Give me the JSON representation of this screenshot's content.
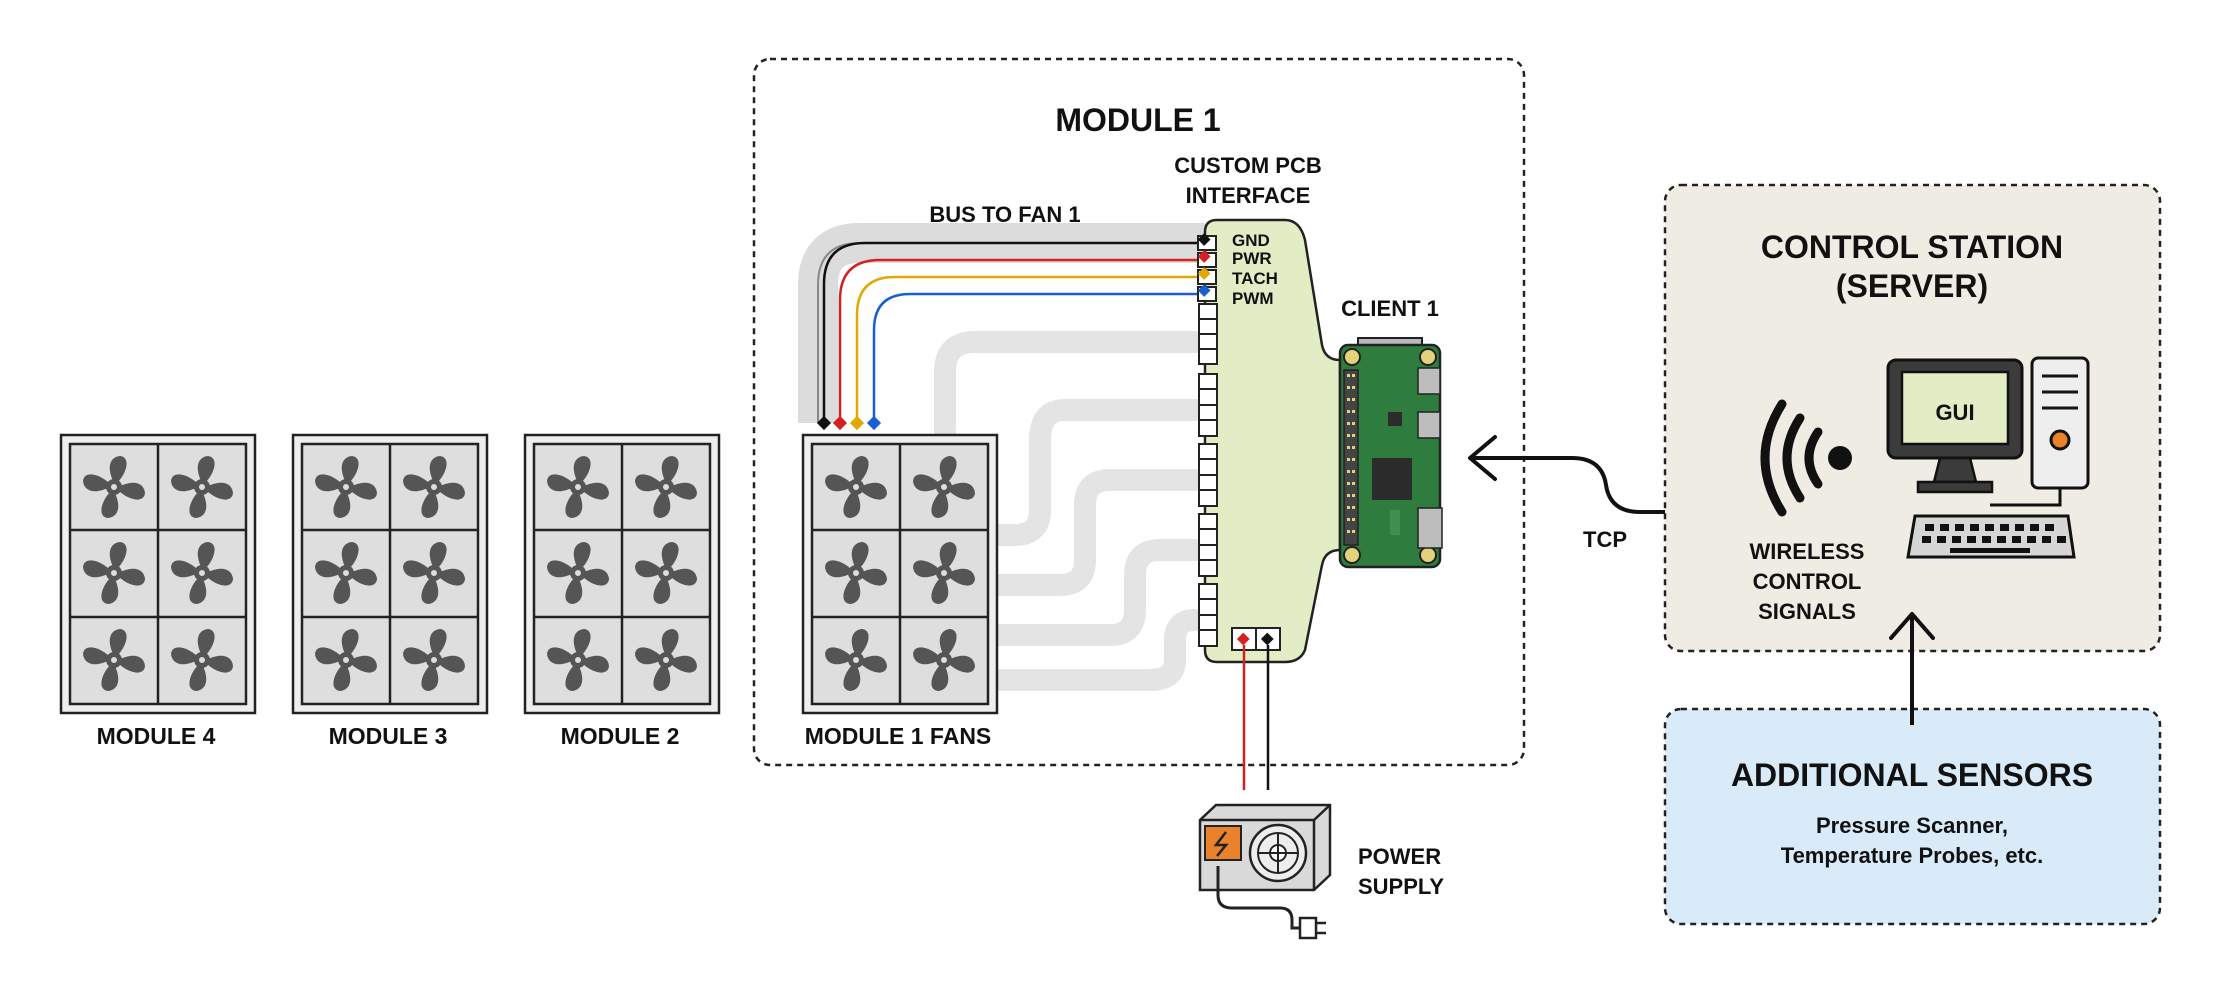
{
  "modules": [
    {
      "label": "MODULE 4"
    },
    {
      "label": "MODULE 3"
    },
    {
      "label": "MODULE 2"
    },
    {
      "label": "MODULE 1 FANS"
    }
  ],
  "module1": {
    "title": "MODULE 1",
    "pcb_label_line1": "CUSTOM PCB",
    "pcb_label_line2": "INTERFACE",
    "bus_label": "BUS TO FAN 1",
    "pins": [
      "GND",
      "PWR",
      "TACH",
      "PWM"
    ],
    "client_label": "CLIENT 1"
  },
  "power_supply": {
    "line1": "POWER",
    "line2": "SUPPLY"
  },
  "link_label": "TCP",
  "control_station": {
    "title_line1": "CONTROL STATION",
    "title_line2": "(SERVER)",
    "gui_label": "GUI",
    "wireless_line1": "WIRELESS",
    "wireless_line2": "CONTROL",
    "wireless_line3": "SIGNALS"
  },
  "sensors": {
    "title": "ADDITIONAL SENSORS",
    "line1": "Pressure Scanner,",
    "line2": "Temperature Probes, etc."
  },
  "colors": {
    "gnd": "#111111",
    "pwr": "#d42020",
    "tach": "#e0a800",
    "pwm": "#1a5fd0",
    "pcb": "#e2edc5",
    "control_bg": "#efede3",
    "sensors_bg": "#d9ebf8",
    "raspberry": "#2e7d3e"
  },
  "icons": [
    "fan-icon",
    "wireless-icon",
    "computer-icon",
    "power-supply-icon",
    "raspberry-pi-icon"
  ]
}
